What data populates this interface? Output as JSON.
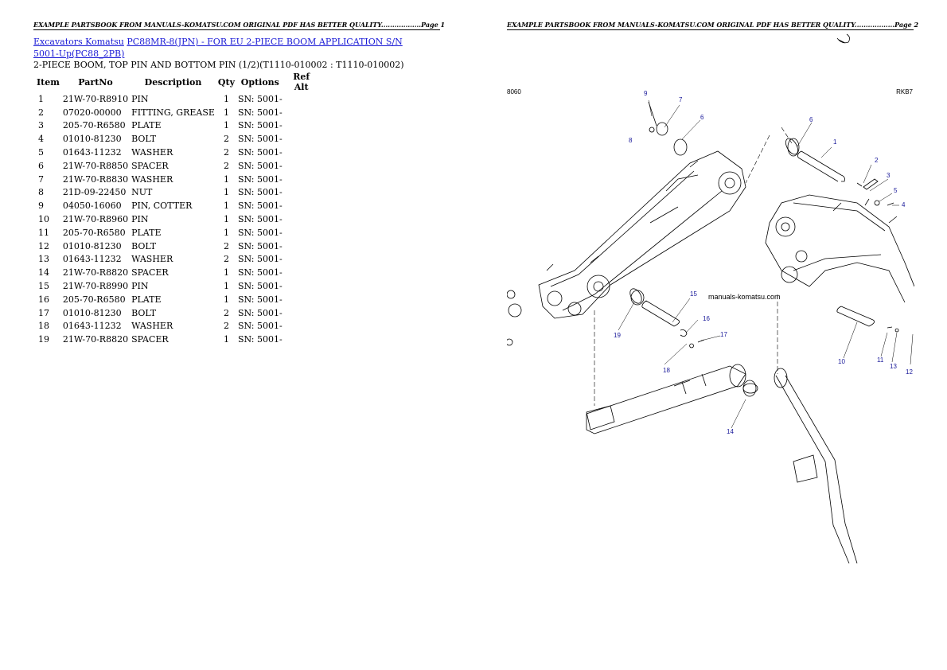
{
  "headers": {
    "page1": "EXAMPLE PARTSBOOK FROM MANUALS-KOMATSU.COM ORIGINAL PDF HAS BETTER QUALITY..................Page 1",
    "page2": "EXAMPLE PARTSBOOK FROM MANUALS-KOMATSU.COM ORIGINAL PDF HAS BETTER QUALITY..................Page 2"
  },
  "breadcrumb": {
    "link1": "Excavators Komatsu",
    "link2": "PC88MR-8(JPN) - FOR EU 2-PIECE BOOM APPLICATION S/N 5001-Up(PC88_2PB)"
  },
  "subtitle": "2-PIECE BOOM, TOP PIN AND BOTTOM PIN (1/2)(T1110-010002 : T1110-010002)",
  "table": {
    "columns": [
      "Item",
      "PartNo",
      "Description",
      "Qty",
      "Options",
      "Ref Alt"
    ],
    "rows": [
      {
        "item": "1",
        "part": "21W-70-R8910",
        "desc": "PIN",
        "qty": "1",
        "opt": "SN: 5001-"
      },
      {
        "item": "2",
        "part": "07020-00000",
        "desc": "FITTING, GREASE",
        "qty": "1",
        "opt": "SN: 5001-"
      },
      {
        "item": "3",
        "part": "205-70-R6580",
        "desc": "PLATE",
        "qty": "1",
        "opt": "SN: 5001-"
      },
      {
        "item": "4",
        "part": "01010-81230",
        "desc": "BOLT",
        "qty": "2",
        "opt": "SN: 5001-"
      },
      {
        "item": "5",
        "part": "01643-11232",
        "desc": "WASHER",
        "qty": "2",
        "opt": "SN: 5001-"
      },
      {
        "item": "6",
        "part": "21W-70-R8850",
        "desc": "SPACER",
        "qty": "2",
        "opt": "SN: 5001-"
      },
      {
        "item": "7",
        "part": "21W-70-R8830",
        "desc": "WASHER",
        "qty": "1",
        "opt": "SN: 5001-"
      },
      {
        "item": "8",
        "part": "21D-09-22450",
        "desc": "NUT",
        "qty": "1",
        "opt": "SN: 5001-"
      },
      {
        "item": "9",
        "part": "04050-16060",
        "desc": "PIN, COTTER",
        "qty": "1",
        "opt": "SN: 5001-"
      },
      {
        "item": "10",
        "part": "21W-70-R8960",
        "desc": "PIN",
        "qty": "1",
        "opt": "SN: 5001-"
      },
      {
        "item": "11",
        "part": "205-70-R6580",
        "desc": "PLATE",
        "qty": "1",
        "opt": "SN: 5001-"
      },
      {
        "item": "12",
        "part": "01010-81230",
        "desc": "BOLT",
        "qty": "2",
        "opt": "SN: 5001-"
      },
      {
        "item": "13",
        "part": "01643-11232",
        "desc": "WASHER",
        "qty": "2",
        "opt": "SN: 5001-"
      },
      {
        "item": "14",
        "part": "21W-70-R8820",
        "desc": "SPACER",
        "qty": "1",
        "opt": "SN: 5001-"
      },
      {
        "item": "15",
        "part": "21W-70-R8990",
        "desc": "PIN",
        "qty": "1",
        "opt": "SN: 5001-"
      },
      {
        "item": "16",
        "part": "205-70-R6580",
        "desc": "PLATE",
        "qty": "1",
        "opt": "SN: 5001-"
      },
      {
        "item": "17",
        "part": "01010-81230",
        "desc": "BOLT",
        "qty": "2",
        "opt": "SN: 5001-"
      },
      {
        "item": "18",
        "part": "01643-11232",
        "desc": "WASHER",
        "qty": "2",
        "opt": "SN: 5001-"
      },
      {
        "item": "19",
        "part": "21W-70-R8820",
        "desc": "SPACER",
        "qty": "1",
        "opt": "SN: 5001-"
      }
    ]
  },
  "diagram": {
    "code_left": "8060",
    "code_right": "RKB7",
    "watermark": "manuals-komatsu.com",
    "callouts": [
      "1",
      "2",
      "3",
      "4",
      "5",
      "6",
      "6",
      "7",
      "8",
      "9",
      "10",
      "11",
      "12",
      "13",
      "14",
      "15",
      "16",
      "17",
      "18",
      "19"
    ]
  }
}
